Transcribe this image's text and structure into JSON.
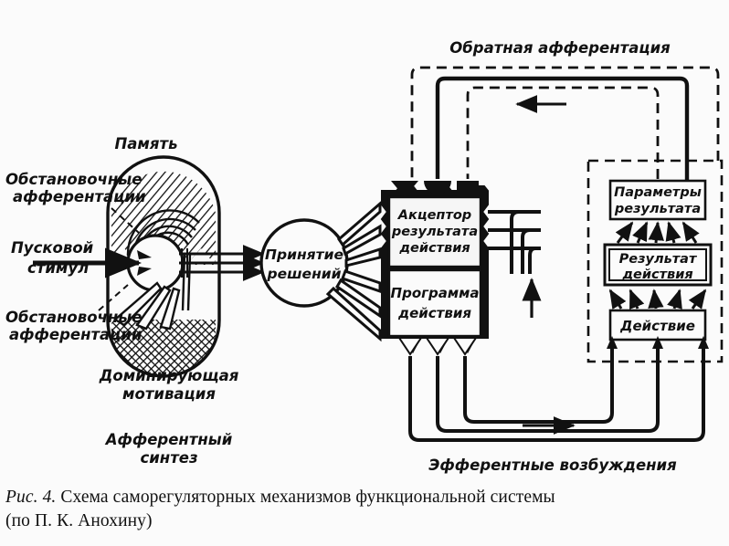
{
  "figure": {
    "background_color": "#fbfbfb",
    "ink_color": "#111111",
    "labels": {
      "memory": "Память",
      "situational_afferentation_top_l1": "Обстановочные",
      "situational_afferentation_top_l2": "афферентации",
      "trigger_stimulus_l1": "Пусковой",
      "trigger_stimulus_l2": "стимул",
      "situational_afferentation_bottom_l1": "Обстановочные",
      "situational_afferentation_bottom_l2": "афферентации",
      "dominant_motivation_l1": "Доминирующая",
      "dominant_motivation_l2": "мотивация",
      "afferent_synthesis_l1": "Афферентный",
      "afferent_synthesis_l2": "синтез",
      "decision_making_l1": "Принятие",
      "decision_making_l2": "решений",
      "acceptor_l1": "Акцептор",
      "acceptor_l2": "результата",
      "acceptor_l3": "действия",
      "action_program_l1": "Программа",
      "action_program_l2": "действия",
      "result_parameters_l1": "Параметры",
      "result_parameters_l2": "результата",
      "action_result_l1": "Результат",
      "action_result_l2": "действия",
      "action": "Действие",
      "reverse_afferentation": "Обратная афферентация",
      "efferent_excitations": "Эфферентные возбуждения"
    }
  },
  "caption": {
    "figure_number": "Рис. 4.",
    "line1": " Схема саморегуляторных механизмов функциональной системы",
    "line2": "(по П. К. Анохину)"
  }
}
